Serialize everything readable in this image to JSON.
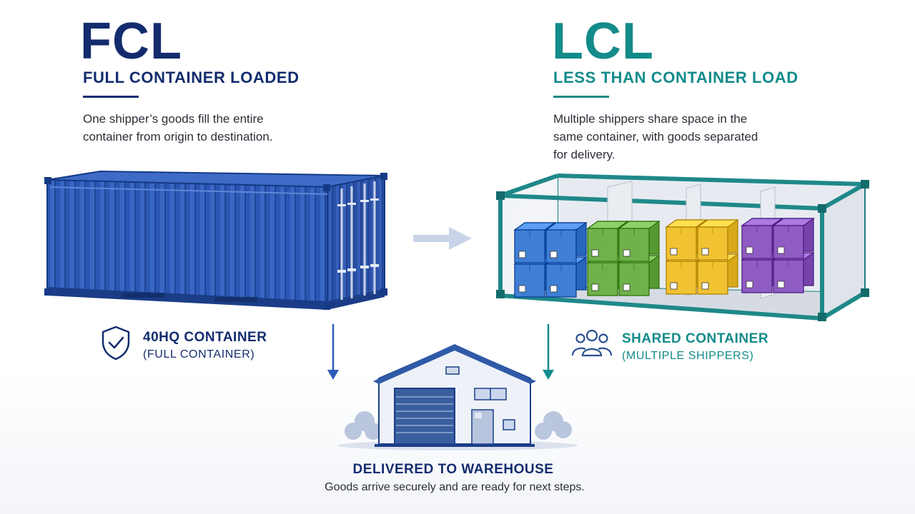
{
  "fcl": {
    "title": "FCL",
    "subtitle": "FULL CONTAINER LOADED",
    "description": "One shipper’s goods fill the entire container from origin to destination.",
    "tag_title": "40HQ CONTAINER",
    "tag_subtitle": "(FULL CONTAINER)",
    "icon": "shield-check-icon",
    "color": "#132c6e",
    "container_color": "#2a55b0"
  },
  "lcl": {
    "title": "LCL",
    "subtitle": "LESS THAN CONTAINER LOAD",
    "description": "Multiple shippers share space in the same container, with goods separated for delivery.",
    "tag_title": "SHARED CONTAINER",
    "tag_subtitle": "(MULTIPLE SHIPPERS)",
    "icon": "users-group-icon",
    "color": "#138b8a",
    "cargo_colors": [
      "#3f7fd6",
      "#6fb24a",
      "#f1c232",
      "#8f5cc4"
    ]
  },
  "delivery": {
    "title": "DELIVERED TO WAREHOUSE",
    "subtitle": "Goods arrive securely and are ready for next steps.",
    "icon": "warehouse-icon"
  },
  "arrow_icon": "arrow-right-icon"
}
